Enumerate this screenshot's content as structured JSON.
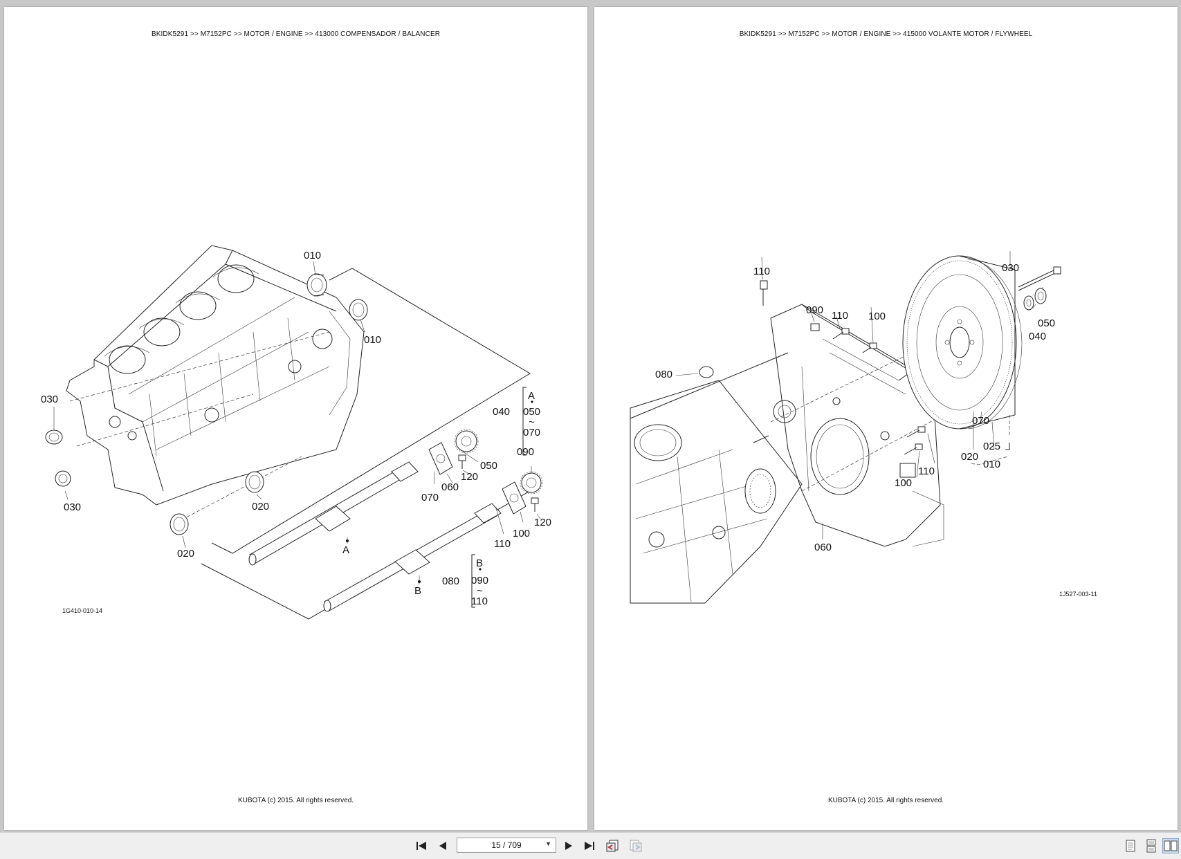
{
  "pages": {
    "left": {
      "header": "BKIDK5291 >> M7152PC >> MOTOR / ENGINE >> 413000   COMPENSADOR / BALANCER",
      "footer": "KUBOTA (c) 2015. All rights reserved.",
      "drawing_code": "1G410-010-14",
      "callouts": [
        "010",
        "010",
        "030",
        "030",
        "020",
        "020",
        "040",
        "A",
        "050",
        "~",
        "070",
        "050",
        "060",
        "120",
        "070",
        "090",
        "100",
        "120",
        "110",
        "A",
        "B",
        "080",
        "B",
        "090",
        "~",
        "110"
      ]
    },
    "right": {
      "header": "BKIDK5291 >> M7152PC >> MOTOR / ENGINE >> 415000   VOLANTE MOTOR / FLYWHEEL",
      "footer": "KUBOTA (c) 2015. All rights reserved.",
      "drawing_code": "1J527-003-11",
      "callouts": [
        "110",
        "090",
        "110",
        "100",
        "080",
        "030",
        "050",
        "040",
        "070",
        "020",
        "025",
        "010",
        "110",
        "100",
        "060"
      ]
    }
  },
  "toolbar": {
    "page_indicator": "15 / 709",
    "icons": [
      "first-page-icon",
      "previous-page-icon",
      "next-page-icon",
      "last-page-icon",
      "go-back-icon",
      "go-forward-icon",
      "single-page-view-icon",
      "continuous-view-icon",
      "two-page-view-icon"
    ]
  }
}
